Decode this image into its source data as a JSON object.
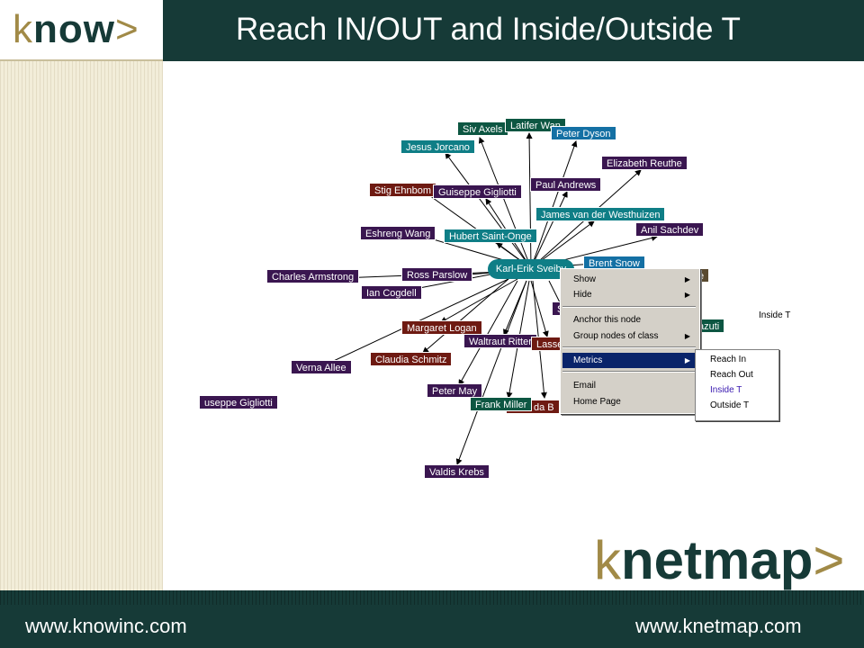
{
  "header": {
    "logo_prefix": "k",
    "logo_main": "now",
    "logo_suffix": ">",
    "title": "Reach IN/OUT and Inside/Outside T"
  },
  "colors": {
    "header_bg": "#163a37",
    "sidebar_bg": "#f2edd9",
    "accent_gold": "#a18a47",
    "node_purple": "#3a1650",
    "node_teal": "#0f7e86",
    "node_red": "#6e1a12",
    "node_green": "#0d5642",
    "node_blue": "#1470a4",
    "menu_highlight": "#0a246a"
  },
  "graph": {
    "center_node": "Karl-Erik Sveiby",
    "nodes": [
      {
        "label": "Siv Axels"
      },
      {
        "label": "Latifer Wan"
      },
      {
        "label": "Peter Dyson"
      },
      {
        "label": "Jesus Jorcano"
      },
      {
        "label": "Elizabeth Reuthe"
      },
      {
        "label": "Paul Andrews"
      },
      {
        "label": "Stig Ehnbom"
      },
      {
        "label": "Guiseppe Gigliotti"
      },
      {
        "label": "James van der Westhuizen"
      },
      {
        "label": "Anil Sachdev"
      },
      {
        "label": "Eshreng Wang"
      },
      {
        "label": "Hubert Saint-Onge"
      },
      {
        "label": "Brent Snow"
      },
      {
        "label": "Charles Armstrong"
      },
      {
        "label": "Ross Parslow"
      },
      {
        "label": "Ian Cogdell"
      },
      {
        "label": "Margaret Logan"
      },
      {
        "label": "Waltraut Ritter"
      },
      {
        "label": "Lasse"
      },
      {
        "label": "Claudia Schmitz"
      },
      {
        "label": "Verna Allee"
      },
      {
        "label": "Peter May"
      },
      {
        "label": "Frank Miller"
      },
      {
        "label": "da B"
      },
      {
        "label": "useppe Gigliotti"
      },
      {
        "label": "Valdis Krebs"
      },
      {
        "label": "e"
      },
      {
        "label": "azuti"
      },
      {
        "label": "S"
      }
    ],
    "free_label": "Inside T"
  },
  "context_menu": {
    "items": [
      {
        "label": "Show",
        "arrow": "▶"
      },
      {
        "label": "Hide",
        "arrow": "▶"
      },
      {
        "label": "Anchor this node",
        "arrow": ""
      },
      {
        "label": "Group nodes of class",
        "arrow": "▶"
      },
      {
        "label": "Metrics",
        "arrow": "▶"
      },
      {
        "label": "Email",
        "arrow": ""
      },
      {
        "label": "Home Page",
        "arrow": ""
      }
    ],
    "submenu": [
      "Reach In",
      "Reach Out",
      "Inside T",
      "Outside T"
    ]
  },
  "brand": {
    "prefix": "k",
    "main": "netmap",
    "suffix": ">"
  },
  "footer": {
    "left_url": "www.knowinc.com",
    "right_url": "www.knetmap.com"
  }
}
